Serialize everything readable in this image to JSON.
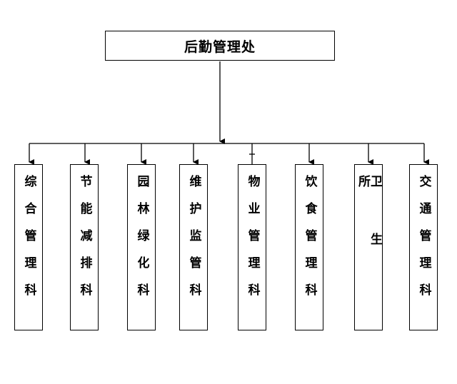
{
  "top": {
    "label": "后勤管理处"
  },
  "departments": [
    {
      "label": "综合管理科"
    },
    {
      "label": "节能减排科"
    },
    {
      "label": "园林绿化科"
    },
    {
      "label": "维护监管科"
    },
    {
      "label": "物业管理科"
    },
    {
      "label": "饮食管理科"
    },
    {
      "label": "卫生所"
    },
    {
      "label": "交通管理科"
    }
  ]
}
